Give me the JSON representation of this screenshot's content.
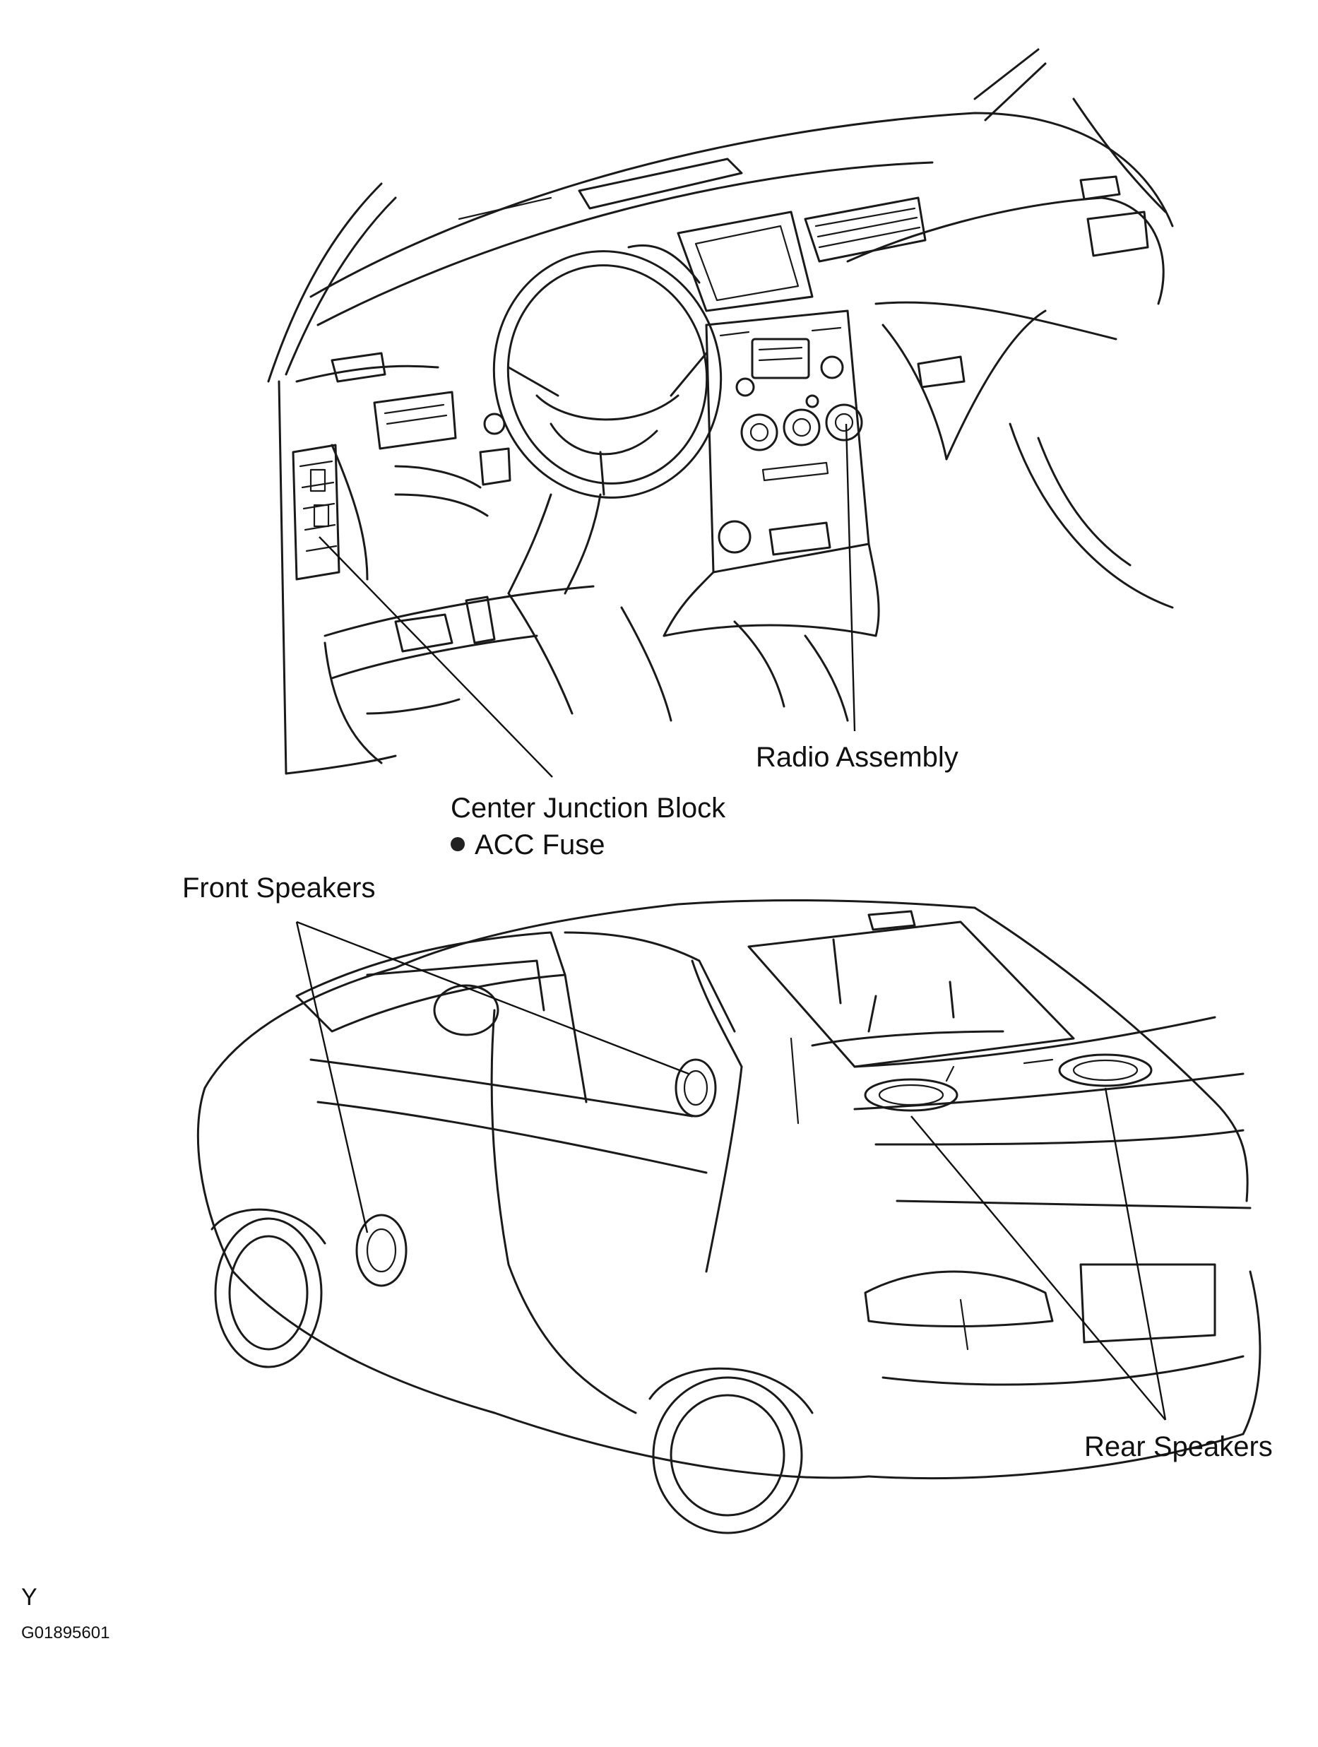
{
  "callouts": {
    "radio_assembly": "Radio Assembly",
    "center_junction_block": "Center Junction Block",
    "acc_fuse": "ACC Fuse",
    "front_speakers": "Front Speakers",
    "rear_speakers": "Rear Speakers"
  },
  "footer": {
    "code_letter": "Y",
    "figure_id": "G01895601"
  },
  "colors": {
    "line": "#1a1a1a",
    "background": "#ffffff"
  }
}
